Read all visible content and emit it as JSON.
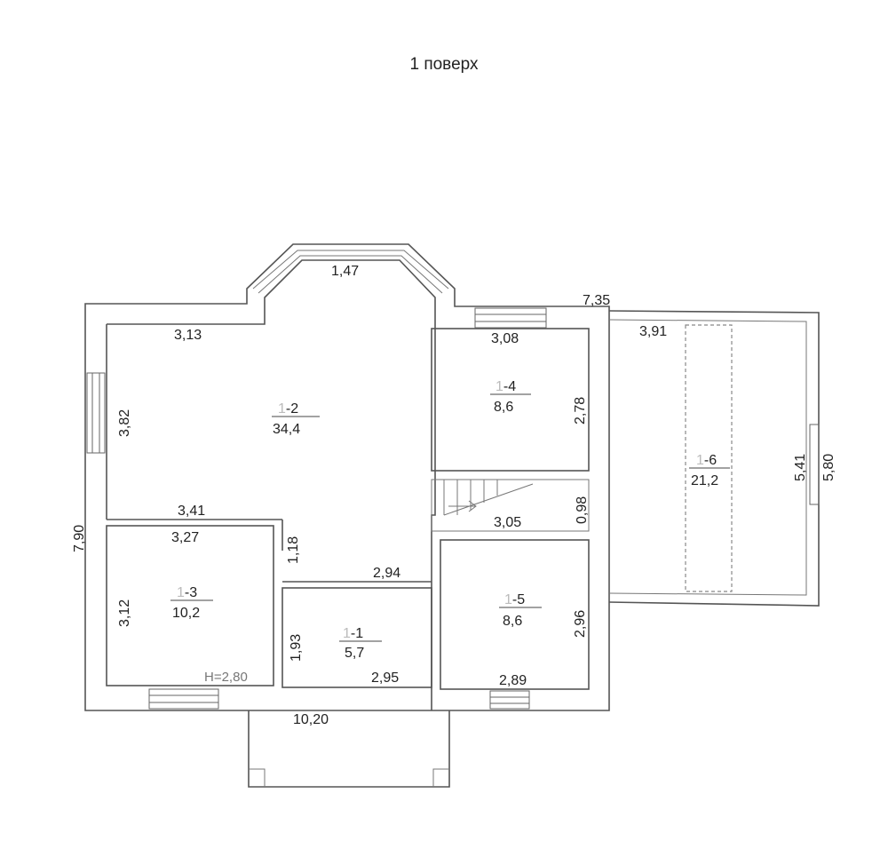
{
  "title": "1 поверх",
  "height_note": "H=2,80",
  "rooms": [
    {
      "prefix": "1",
      "suffix": "-1",
      "area": "5,7"
    },
    {
      "prefix": "1",
      "suffix": "-2",
      "area": "34,4"
    },
    {
      "prefix": "1",
      "suffix": "-3",
      "area": "10,2"
    },
    {
      "prefix": "1",
      "suffix": "-4",
      "area": "8,6"
    },
    {
      "prefix": "1",
      "suffix": "-5",
      "area": "8,6"
    },
    {
      "prefix": "1",
      "suffix": "-6",
      "area": "21,2"
    }
  ],
  "dimensions": {
    "bay_top": "1,47",
    "r2_top": "3,13",
    "r2_left": "3,82",
    "r4_top": "3,08",
    "r4_right": "2,78",
    "annex_total": "7,35",
    "annex_inner": "3,91",
    "annex_right_inner": "5,41",
    "annex_right_outer": "5,80",
    "overall_left": "7,90",
    "r2_bottom": "3,41",
    "r3_top": "3,27",
    "door_gap": "1,18",
    "r3_left": "3,12",
    "corridor": "2,94",
    "stair_w": "3,05",
    "stair_h": "0,98",
    "r1_left": "1,93",
    "r1_bottom": "2,95",
    "r5_right": "2,96",
    "r5_bottom": "2,89",
    "overall_bottom": "10,20"
  }
}
